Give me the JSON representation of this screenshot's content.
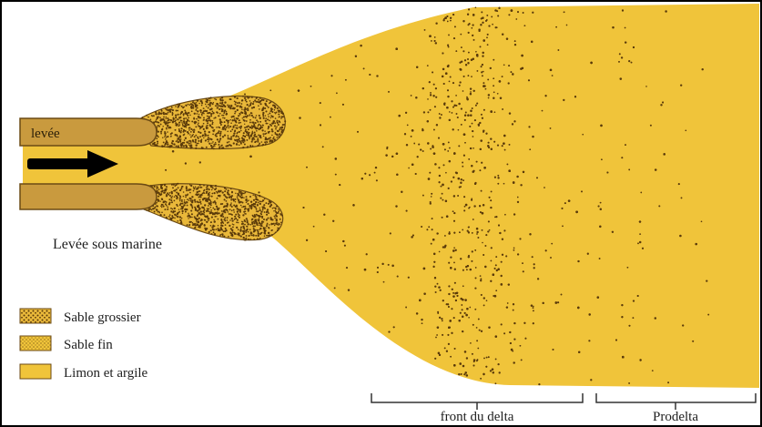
{
  "labels": {
    "levee": "levée",
    "submarine_levee": "Levée sous marine",
    "delta_front": "front du delta",
    "prodelta": "Prodelta"
  },
  "legend": [
    {
      "label": "Sable grossier"
    },
    {
      "label": "Sable fin"
    },
    {
      "label": "Limon et argile"
    }
  ],
  "colors": {
    "silt_clay": "#F0C43A",
    "levee": "#C99A3E",
    "sand": "#E9B83A",
    "dots": "#5A3A0A",
    "outline": "#6B4A14",
    "border": "#000000"
  }
}
